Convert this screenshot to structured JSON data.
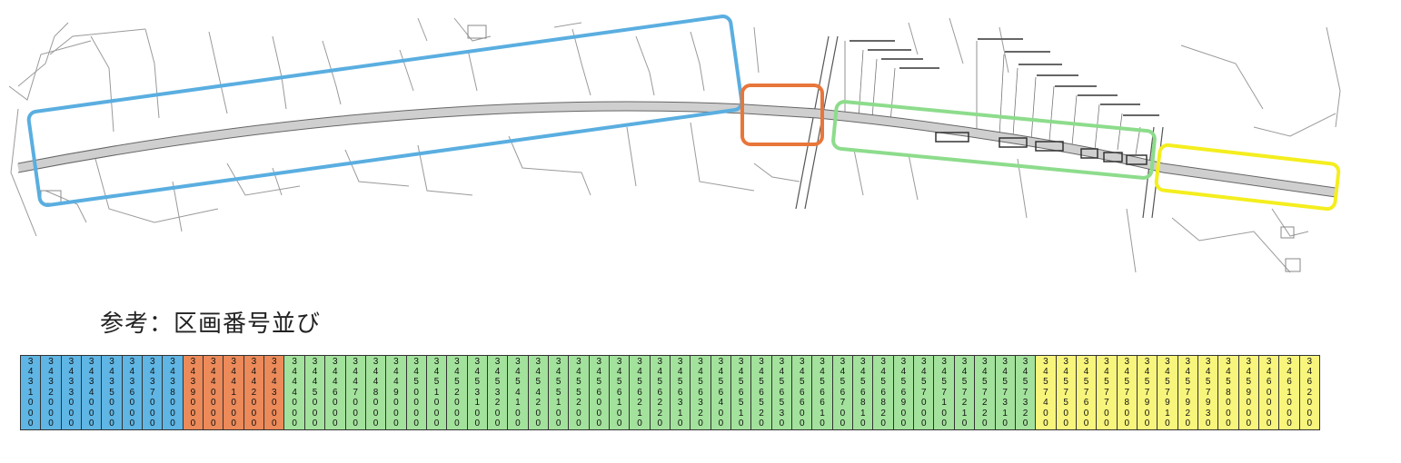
{
  "colors": {
    "blue": "#5aaee0",
    "orange": "#e8763a",
    "green": "#8ddc8c",
    "yellow": "#f4ee1e",
    "cell_blue": "#5fb5e3",
    "cell_orange": "#ec8a5a",
    "cell_green": "#a3e29c",
    "cell_yellow": "#f8f57c"
  },
  "reference": {
    "title": "参考：区画番号並び"
  },
  "sequence": [
    {
      "code": "3431000",
      "group": "blue"
    },
    {
      "code": "3432000",
      "group": "blue"
    },
    {
      "code": "3433000",
      "group": "blue"
    },
    {
      "code": "3434000",
      "group": "blue"
    },
    {
      "code": "3435000",
      "group": "blue"
    },
    {
      "code": "3436000",
      "group": "blue"
    },
    {
      "code": "3437000",
      "group": "blue"
    },
    {
      "code": "3438000",
      "group": "blue"
    },
    {
      "code": "3439000",
      "group": "orange"
    },
    {
      "code": "3440000",
      "group": "orange"
    },
    {
      "code": "3441000",
      "group": "orange"
    },
    {
      "code": "3442000",
      "group": "orange"
    },
    {
      "code": "3443000",
      "group": "orange"
    },
    {
      "code": "3444000",
      "group": "green"
    },
    {
      "code": "3445000",
      "group": "green"
    },
    {
      "code": "3446000",
      "group": "green"
    },
    {
      "code": "3447000",
      "group": "green"
    },
    {
      "code": "3448000",
      "group": "green"
    },
    {
      "code": "3449000",
      "group": "green"
    },
    {
      "code": "3450000",
      "group": "green"
    },
    {
      "code": "3451000",
      "group": "green"
    },
    {
      "code": "3452000",
      "group": "green"
    },
    {
      "code": "3453100",
      "group": "green"
    },
    {
      "code": "3453200",
      "group": "green"
    },
    {
      "code": "3454100",
      "group": "green"
    },
    {
      "code": "3454200",
      "group": "green"
    },
    {
      "code": "3455100",
      "group": "green"
    },
    {
      "code": "3455200",
      "group": "green"
    },
    {
      "code": "3456000",
      "group": "green"
    },
    {
      "code": "3456100",
      "group": "green"
    },
    {
      "code": "3456210",
      "group": "green"
    },
    {
      "code": "3456220",
      "group": "green"
    },
    {
      "code": "3456310",
      "group": "green"
    },
    {
      "code": "3456320",
      "group": "green"
    },
    {
      "code": "3456400",
      "group": "green"
    },
    {
      "code": "3456510",
      "group": "green"
    },
    {
      "code": "3456520",
      "group": "green"
    },
    {
      "code": "3456530",
      "group": "green"
    },
    {
      "code": "3456600",
      "group": "green"
    },
    {
      "code": "3456610",
      "group": "green"
    },
    {
      "code": "3456700",
      "group": "green"
    },
    {
      "code": "3456810",
      "group": "green"
    },
    {
      "code": "3456820",
      "group": "green"
    },
    {
      "code": "3456900",
      "group": "green"
    },
    {
      "code": "3457000",
      "group": "green"
    },
    {
      "code": "3457100",
      "group": "green"
    },
    {
      "code": "3457210",
      "group": "green"
    },
    {
      "code": "3457220",
      "group": "green"
    },
    {
      "code": "3457310",
      "group": "green"
    },
    {
      "code": "3457320",
      "group": "green"
    },
    {
      "code": "3457400",
      "group": "yellow"
    },
    {
      "code": "3457500",
      "group": "yellow"
    },
    {
      "code": "3457600",
      "group": "yellow"
    },
    {
      "code": "3457700",
      "group": "yellow"
    },
    {
      "code": "3457800",
      "group": "yellow"
    },
    {
      "code": "3457900",
      "group": "yellow"
    },
    {
      "code": "3457910",
      "group": "yellow"
    },
    {
      "code": "3457920",
      "group": "yellow"
    },
    {
      "code": "3457930",
      "group": "yellow"
    },
    {
      "code": "3458000",
      "group": "yellow"
    },
    {
      "code": "3459000",
      "group": "yellow"
    },
    {
      "code": "3460000",
      "group": "yellow"
    },
    {
      "code": "3461000",
      "group": "yellow"
    },
    {
      "code": "3462000",
      "group": "yellow"
    }
  ]
}
